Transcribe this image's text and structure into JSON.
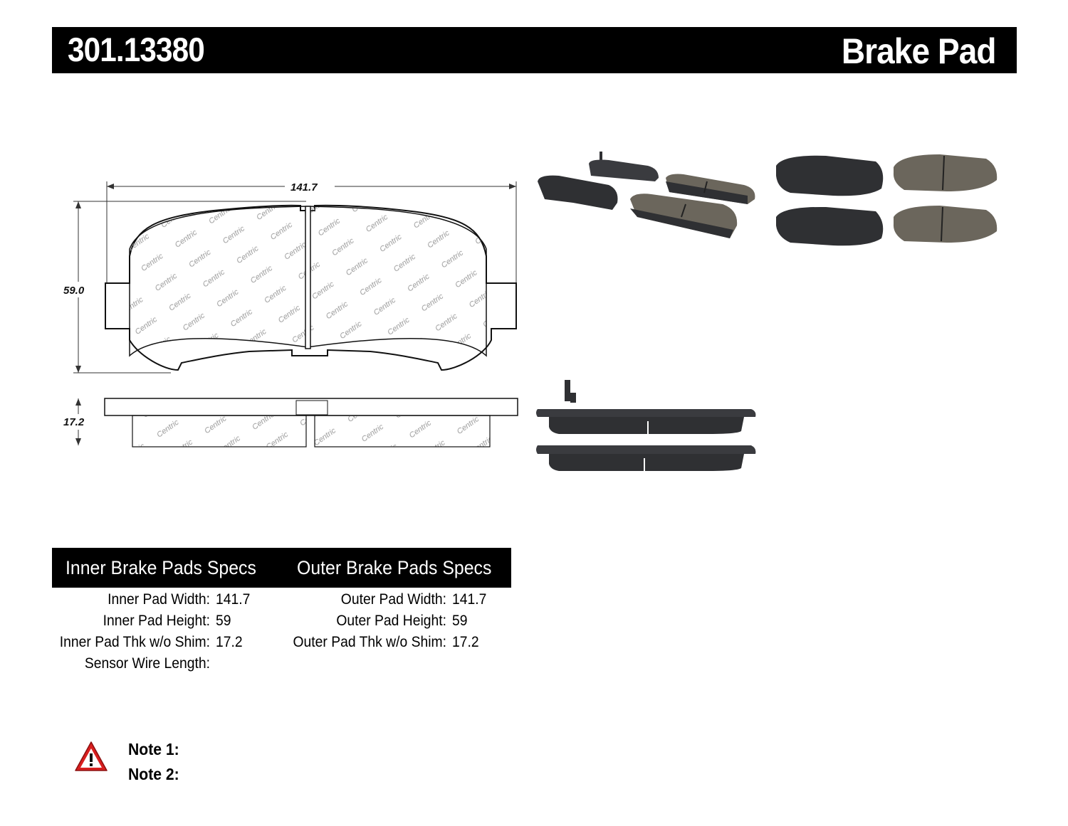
{
  "header": {
    "part_number": "301.13380",
    "title": "Brake Pad"
  },
  "drawing": {
    "width_dim": "141.7",
    "height_dim": "59.0",
    "thickness_dim": "17.2",
    "watermark_word": "Centric",
    "icon": "brake-pad-technical-drawing"
  },
  "photos": {
    "icons": [
      "brake-pad-set-angled-photo",
      "brake-pad-set-top-photo",
      "brake-pad-side-profile-photo"
    ]
  },
  "specs": {
    "inner": {
      "heading": "Inner Brake Pads Specs",
      "rows": [
        {
          "label": "Inner Pad Width:",
          "value": "141.7"
        },
        {
          "label": "Inner Pad Height:",
          "value": "59"
        },
        {
          "label": "Inner Pad Thk w/o Shim:",
          "value": "17.2"
        },
        {
          "label": "Sensor Wire Length:",
          "value": ""
        }
      ]
    },
    "outer": {
      "heading": "Outer Brake Pads Specs",
      "rows": [
        {
          "label": "Outer Pad Width:",
          "value": "141.7"
        },
        {
          "label": "Outer Pad Height:",
          "value": "59"
        },
        {
          "label": "Outer Pad Thk w/o Shim:",
          "value": "17.2"
        }
      ]
    }
  },
  "notes": {
    "icon": "warning-icon",
    "note1": "Note 1:",
    "note2": "Note 2:"
  },
  "colors": {
    "header_bg": "#000000",
    "warning_red": "#d81e1e",
    "pad_dark": "#2f3033",
    "pad_ceramic": "#6b665c"
  }
}
